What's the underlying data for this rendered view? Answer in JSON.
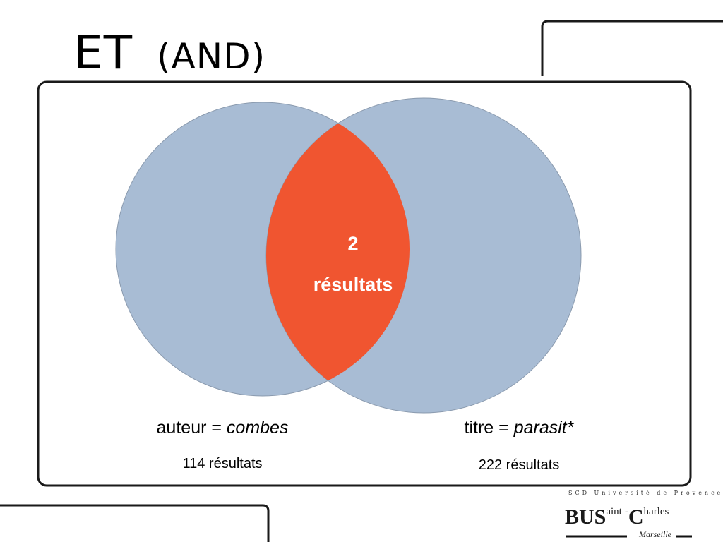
{
  "title": {
    "main": "ET",
    "paren": "(AND)"
  },
  "venn": {
    "left": {
      "label_prefix": "auteur = ",
      "label_term": "combes",
      "count": "114 résultats"
    },
    "right": {
      "label_prefix": "titre = ",
      "label_term": "parasit*",
      "count": "222 résultats"
    },
    "intersection": {
      "count": "2",
      "unit": "résultats"
    },
    "colors": {
      "circle": "#a8bcd4",
      "intersection": "#f05530",
      "stroke": "#8a9aae"
    }
  },
  "logo": {
    "top_line": "SCD Université de Provence",
    "bus": "BUS",
    "aint": "aint",
    "dash": "-",
    "c": "C",
    "harles": "harles",
    "city": "Marseille"
  }
}
